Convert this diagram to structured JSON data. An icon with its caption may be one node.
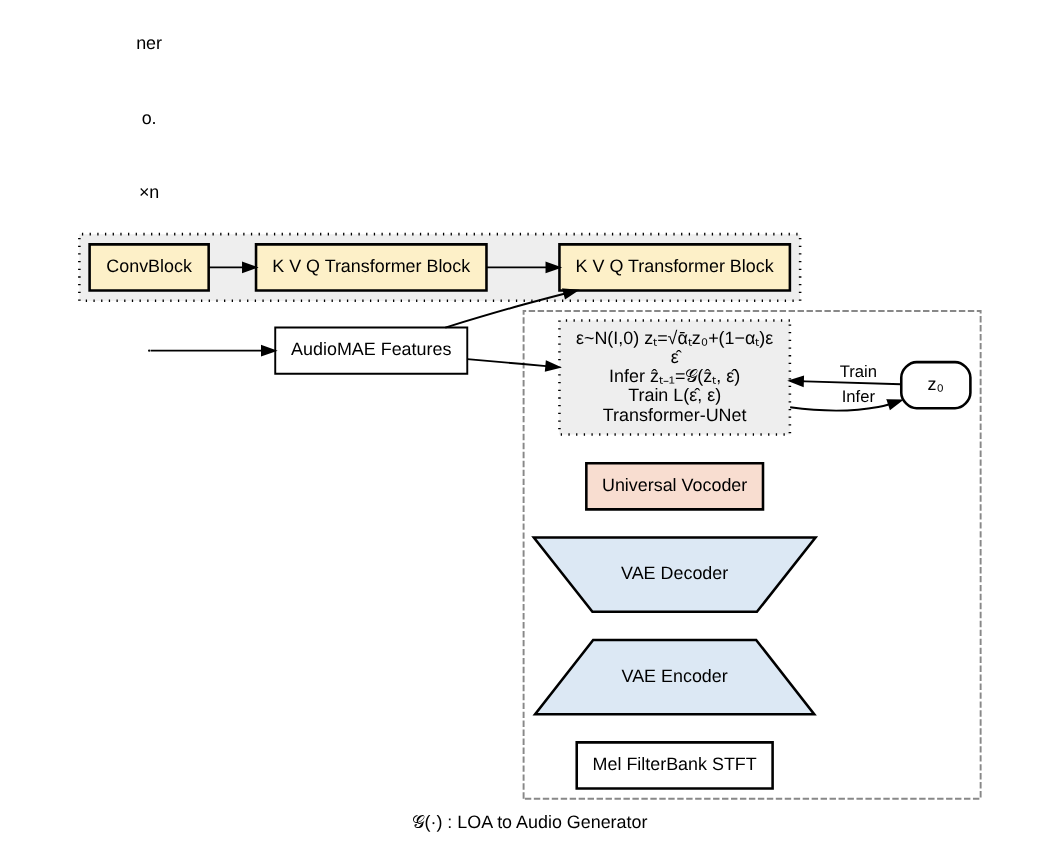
{
  "diagram": {
    "caption": "𝒢(·) : LOA to Audio Generator",
    "nodes": [
      {
        "text": [],
        "shape": "box"
      },
      {
        "text": [
          "ConvBlock"
        ],
        "in": 0
      },
      {
        "text": [
          "K V Q Transformer Block"
        ],
        "in": 0
      },
      {
        "text": [
          "K V Q Transformer Block"
        ],
        "in": 0
      },
      {
        "text": [
          "AudioMAE Features"
        ]
      },
      {
        "text": [],
        "shape": "box"
      },
      {
        "text": [
          "ε~N(I,0) zₜ=√ᾱₜz₀+(1−αₜ)ε",
          "ε̂",
          "Infer ẑₜ₋₁=𝒢(ẑₜ, ε̂)",
          "Train L(ε̂, ε)",
          "Transformer-UNet"
        ],
        "in": 5
      },
      {
        "text": [
          "Universal Vocoder"
        ],
        "in": 5
      },
      {
        "text": [
          "VAE Decoder"
        ],
        "in": 5
      },
      {
        "text": [
          "z₀"
        ],
        "in": 5
      },
      {
        "text": [
          "VAE Encoder"
        ],
        "in": 5
      },
      {
        "text": [
          "Mel FilterBank STFT"
        ],
        "in": 5
      }
    ],
    "edges": [
      {
        "from": 1,
        "to": 2,
        "arrow": "to"
      },
      {
        "from": 2,
        "to": 3,
        "arrow": "to"
      },
      {
        "from": 4,
        "to": 3,
        "arrow": "to"
      },
      {
        "from": null,
        "to": 4,
        "arrow": "to"
      },
      {
        "from": 4,
        "to": 6,
        "arrow": "to"
      },
      {
        "from": 9,
        "to": 6,
        "arrow": "to",
        "label": "Train"
      },
      {
        "from": 6,
        "to": 9,
        "arrow": "to",
        "label": "Infer"
      }
    ],
    "labels": [
      "×n",
      "o.",
      "ner"
    ]
  }
}
